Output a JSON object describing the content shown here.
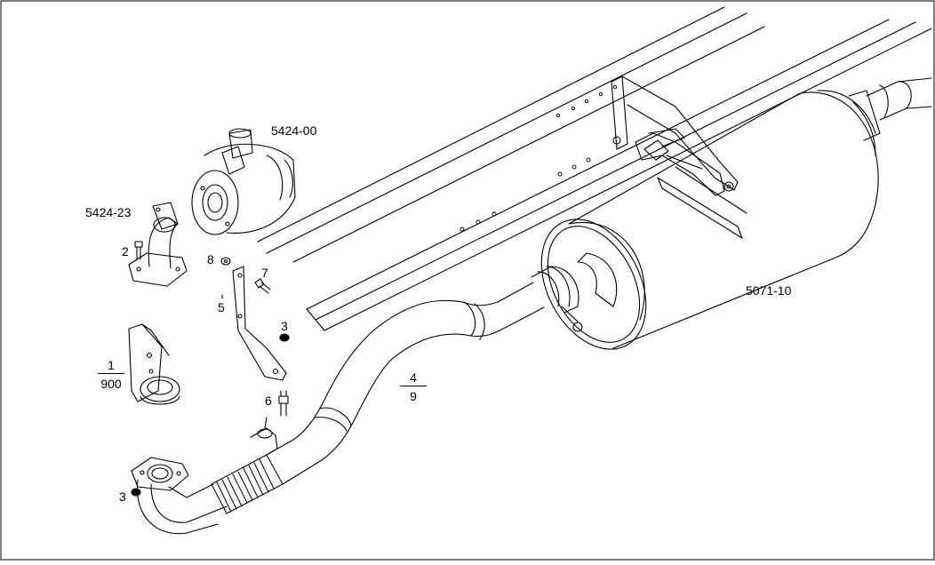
{
  "labels": {
    "turbo_housing": "5424-00",
    "exhaust_elbow": "5424-23",
    "silencer": "5071-10",
    "bolt_2": "2",
    "nut_8": "8",
    "bolt_7": "7",
    "bracket_5": "5",
    "nut_3_upper": "3",
    "stud_6": "6",
    "nut_3_lower": "3"
  },
  "fractions": {
    "pipe": {
      "top": "4",
      "bottom": "9"
    },
    "bracket_assy": {
      "top": "1",
      "bottom": "900"
    }
  },
  "colors": {
    "line": "#000000",
    "paper": "#ffffff"
  }
}
